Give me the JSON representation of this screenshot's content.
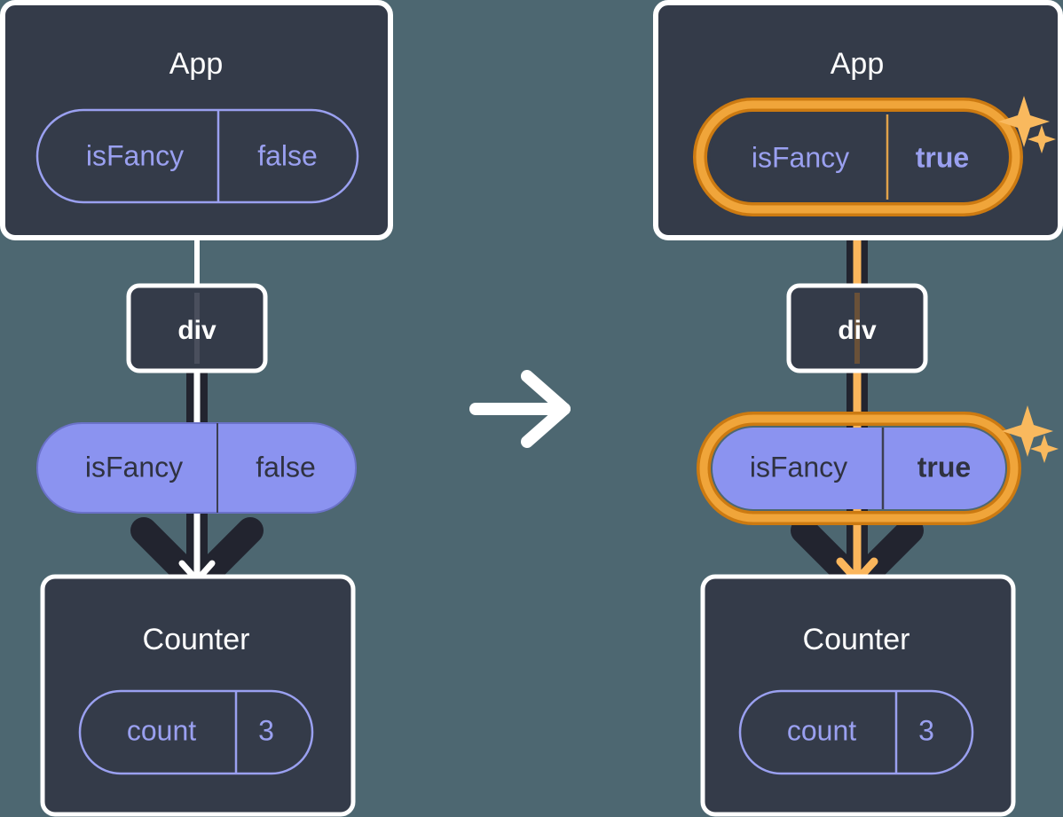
{
  "meta": {
    "background_color": "#4d6771",
    "box_fill": "#343b49",
    "box_stroke": "#ffffff",
    "pill_purple_fill": "#8b93f0",
    "pill_purple_stroke": "#6b72c9",
    "pill_outline_stroke": "#9aa0f0",
    "text_light": "#ffffff",
    "text_purple": "#9aa0f0",
    "text_dark": "#2f3240",
    "edge_dark": "#22242f",
    "edge_light": "#ffffff",
    "highlight_outer": "#cc7a11",
    "highlight_inner": "#f0a53a",
    "sparkle_color": "#f9b95e",
    "arrow_inner_right": "#fbb65c"
  },
  "left_panel": {
    "app_box": {
      "title": "App",
      "pill": {
        "key": "isFancy",
        "value": "false",
        "style": "outline",
        "highlighted": false
      }
    },
    "div_node": {
      "label": "div"
    },
    "prop_pill": {
      "key": "isFancy",
      "value": "false",
      "style": "filled",
      "highlighted": false
    },
    "counter_box": {
      "title": "Counter",
      "pill": {
        "key": "count",
        "value": "3",
        "style": "outline",
        "highlighted": false
      }
    }
  },
  "transition": {
    "icon": "arrow-right-icon"
  },
  "right_panel": {
    "app_box": {
      "title": "App",
      "pill": {
        "key": "isFancy",
        "value": "true",
        "style": "outline",
        "highlighted": true,
        "sparkles": "sparkles-icon"
      }
    },
    "div_node": {
      "label": "div"
    },
    "prop_pill": {
      "key": "isFancy",
      "value": "true",
      "style": "filled",
      "highlighted": true,
      "sparkles": "sparkles-icon"
    },
    "counter_box": {
      "title": "Counter",
      "pill": {
        "key": "count",
        "value": "3",
        "style": "outline",
        "highlighted": false
      }
    }
  }
}
